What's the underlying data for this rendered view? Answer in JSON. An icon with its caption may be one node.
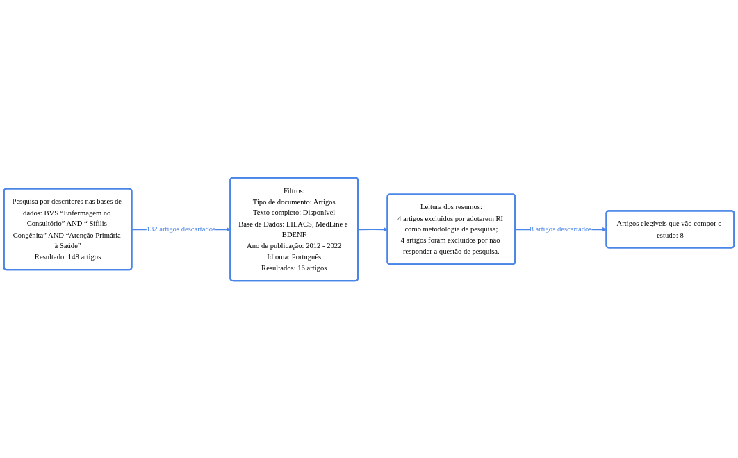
{
  "diagram": {
    "nodes": [
      {
        "text": [
          "Pesquisa por descritores nas bases de dados: BVS “Enfermagem no Consultório” AND “ Sífilis Congênita” AND “Atenção Primária à Saúde”",
          "Resultado: 148 artigos"
        ]
      },
      {
        "text": [
          "Filtros:",
          "Tipo de documento: Artigos",
          "Texto completo: Disponível",
          "Base de Dados: LILACS, MedLine e BDENF",
          "Ano de publicação: 2012 - 2022",
          "Idioma: Português",
          "Resultados: 16 artigos"
        ]
      },
      {
        "text": [
          "Leitura dos resumos:",
          "4 artigos excluídos por adotarem RI como metodologia de pesquisa;",
          "4 artigos foram excluídos por não responder a questão de pesquisa."
        ]
      },
      {
        "text": [
          "Artigos elegíveis que vão compor o estudo: 8"
        ]
      }
    ],
    "edges": [
      {
        "from": 0,
        "to": 1,
        "arrow": "to",
        "label": "132 artigos descartados"
      },
      {
        "from": 1,
        "to": 2,
        "arrow": "to"
      },
      {
        "from": 2,
        "to": 3,
        "arrow": "to",
        "label": "8 artigos descartados"
      }
    ]
  }
}
